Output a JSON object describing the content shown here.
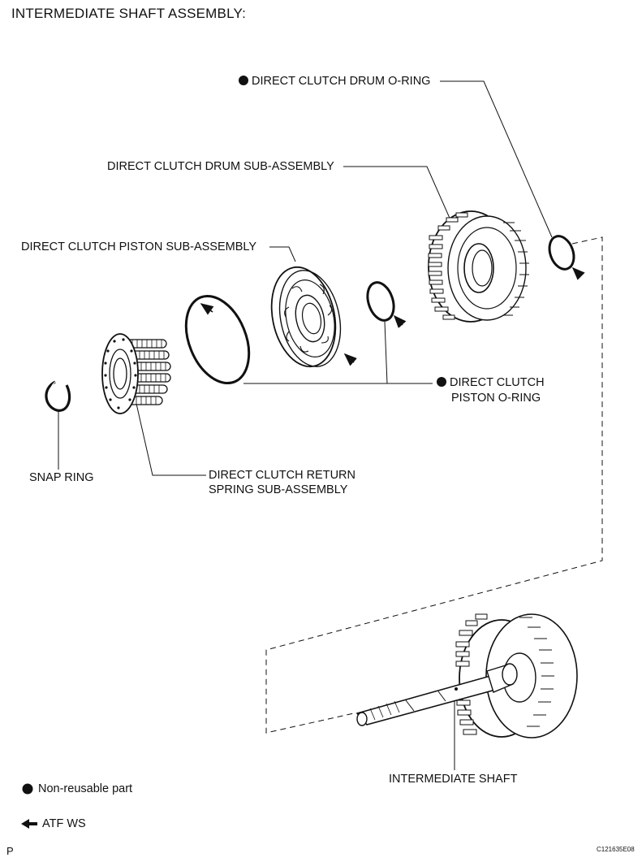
{
  "title": "INTERMEDIATE SHAFT ASSEMBLY:",
  "labels": {
    "drum_oring": "DIRECT CLUTCH DRUM O-RING",
    "drum_sub": "DIRECT CLUTCH DRUM SUB-ASSEMBLY",
    "piston_sub": "DIRECT CLUTCH PISTON SUB-ASSEMBLY",
    "piston_oring_1": "DIRECT CLUTCH",
    "piston_oring_2": "PISTON O-RING",
    "snap_ring": "SNAP RING",
    "return_spring_1": "DIRECT CLUTCH RETURN",
    "return_spring_2": "SPRING SUB-ASSEMBLY",
    "intermediate_shaft": "INTERMEDIATE SHAFT"
  },
  "legend": {
    "non_reusable": "Non-reusable part",
    "atf": "ATF WS"
  },
  "corner": {
    "page_letter": "P",
    "figure_code": "C121635E08"
  },
  "colors": {
    "ink": "#111111",
    "background": "#ffffff"
  },
  "icons": {
    "non_reusable": "filled-circle-icon",
    "atf": "arrow-left-icon"
  }
}
